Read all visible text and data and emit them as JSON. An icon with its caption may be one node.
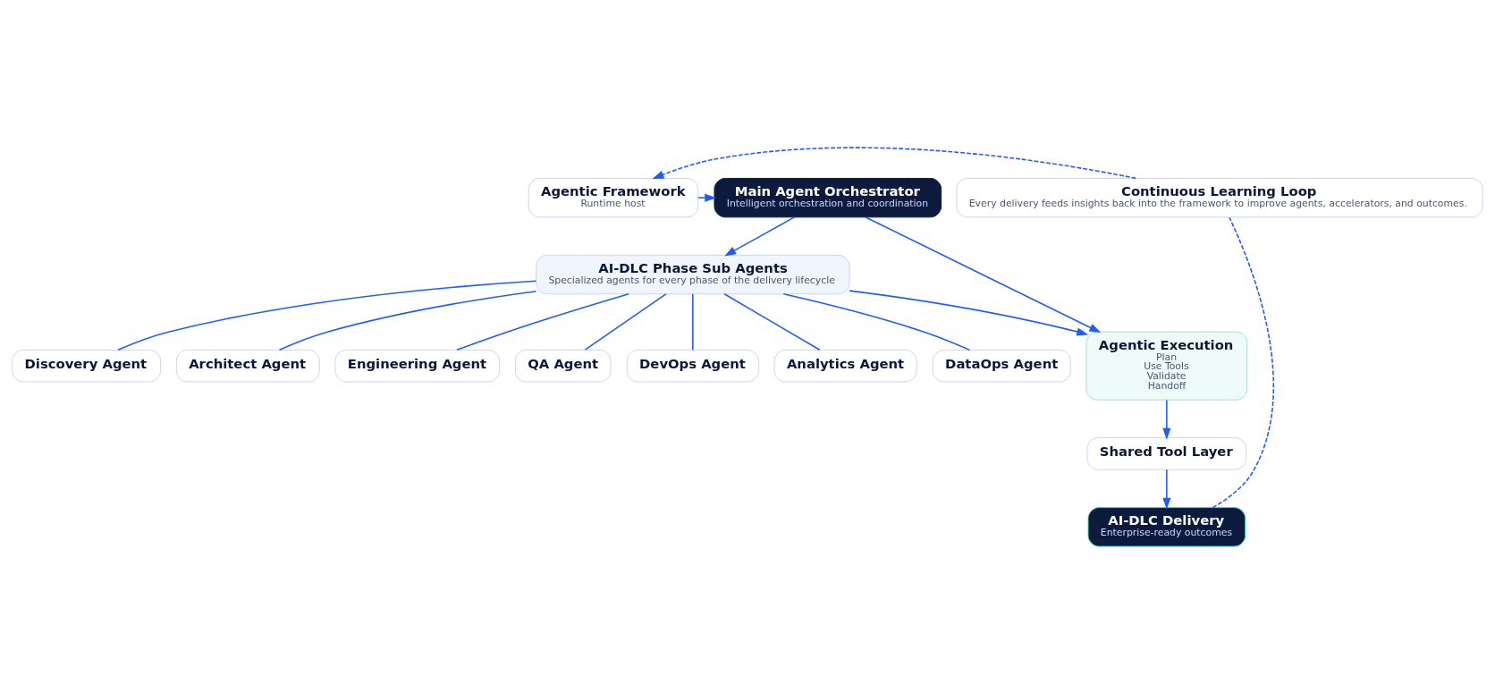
{
  "diagram": {
    "nodes": [
      {
        "text": [
          "Agentic Framework",
          "Runtime host"
        ]
      },
      {
        "text": [
          "Main Agent Orchestrator",
          "Intelligent orchestration and coordination"
        ]
      },
      {
        "text": [
          "AI-DLC Phase Sub Agents",
          "Specialized agents for every phase of the delivery lifecycle"
        ]
      },
      {
        "text": [
          "Discovery Agent"
        ]
      },
      {
        "text": [
          "Architect Agent"
        ]
      },
      {
        "text": [
          "Engineering Agent"
        ]
      },
      {
        "text": [
          "QA Agent"
        ]
      },
      {
        "text": [
          "DevOps Agent"
        ]
      },
      {
        "text": [
          "Analytics Agent"
        ]
      },
      {
        "text": [
          "DataOps Agent"
        ]
      },
      {
        "text": [
          "Agentic Execution",
          "Plan",
          "Use Tools",
          "Validate",
          "Handoff"
        ]
      },
      {
        "text": [
          "Shared Tool Layer"
        ]
      },
      {
        "text": [
          "AI-DLC Delivery",
          "Enterprise-ready outcomes"
        ]
      },
      {
        "text": [
          "Continuous Learning Loop",
          "Every delivery feeds insights back into the framework to improve agents, accelerators, and outcomes."
        ]
      }
    ],
    "edges": [
      {
        "from": 0,
        "to": 1,
        "arrow": "to"
      },
      {
        "from": 1,
        "to": 2,
        "arrow": "to"
      },
      {
        "from": 1,
        "to": 10,
        "arrow": "to"
      },
      {
        "from": 2,
        "to": 10,
        "arrow": "to"
      },
      {
        "from": 2,
        "to": 3,
        "arrow": "none"
      },
      {
        "from": 2,
        "to": 4,
        "arrow": "none"
      },
      {
        "from": 2,
        "to": 5,
        "arrow": "none"
      },
      {
        "from": 2,
        "to": 6,
        "arrow": "none"
      },
      {
        "from": 2,
        "to": 7,
        "arrow": "none"
      },
      {
        "from": 2,
        "to": 8,
        "arrow": "none"
      },
      {
        "from": 2,
        "to": 9,
        "arrow": "none"
      },
      {
        "from": 10,
        "to": 11,
        "arrow": "to"
      },
      {
        "from": 11,
        "to": 12,
        "arrow": "to"
      },
      {
        "from": 12,
        "to": 13,
        "arrow": "none",
        "style": "dashed"
      },
      {
        "from": 13,
        "to": 0,
        "arrow": "to",
        "style": "dashed"
      }
    ]
  }
}
